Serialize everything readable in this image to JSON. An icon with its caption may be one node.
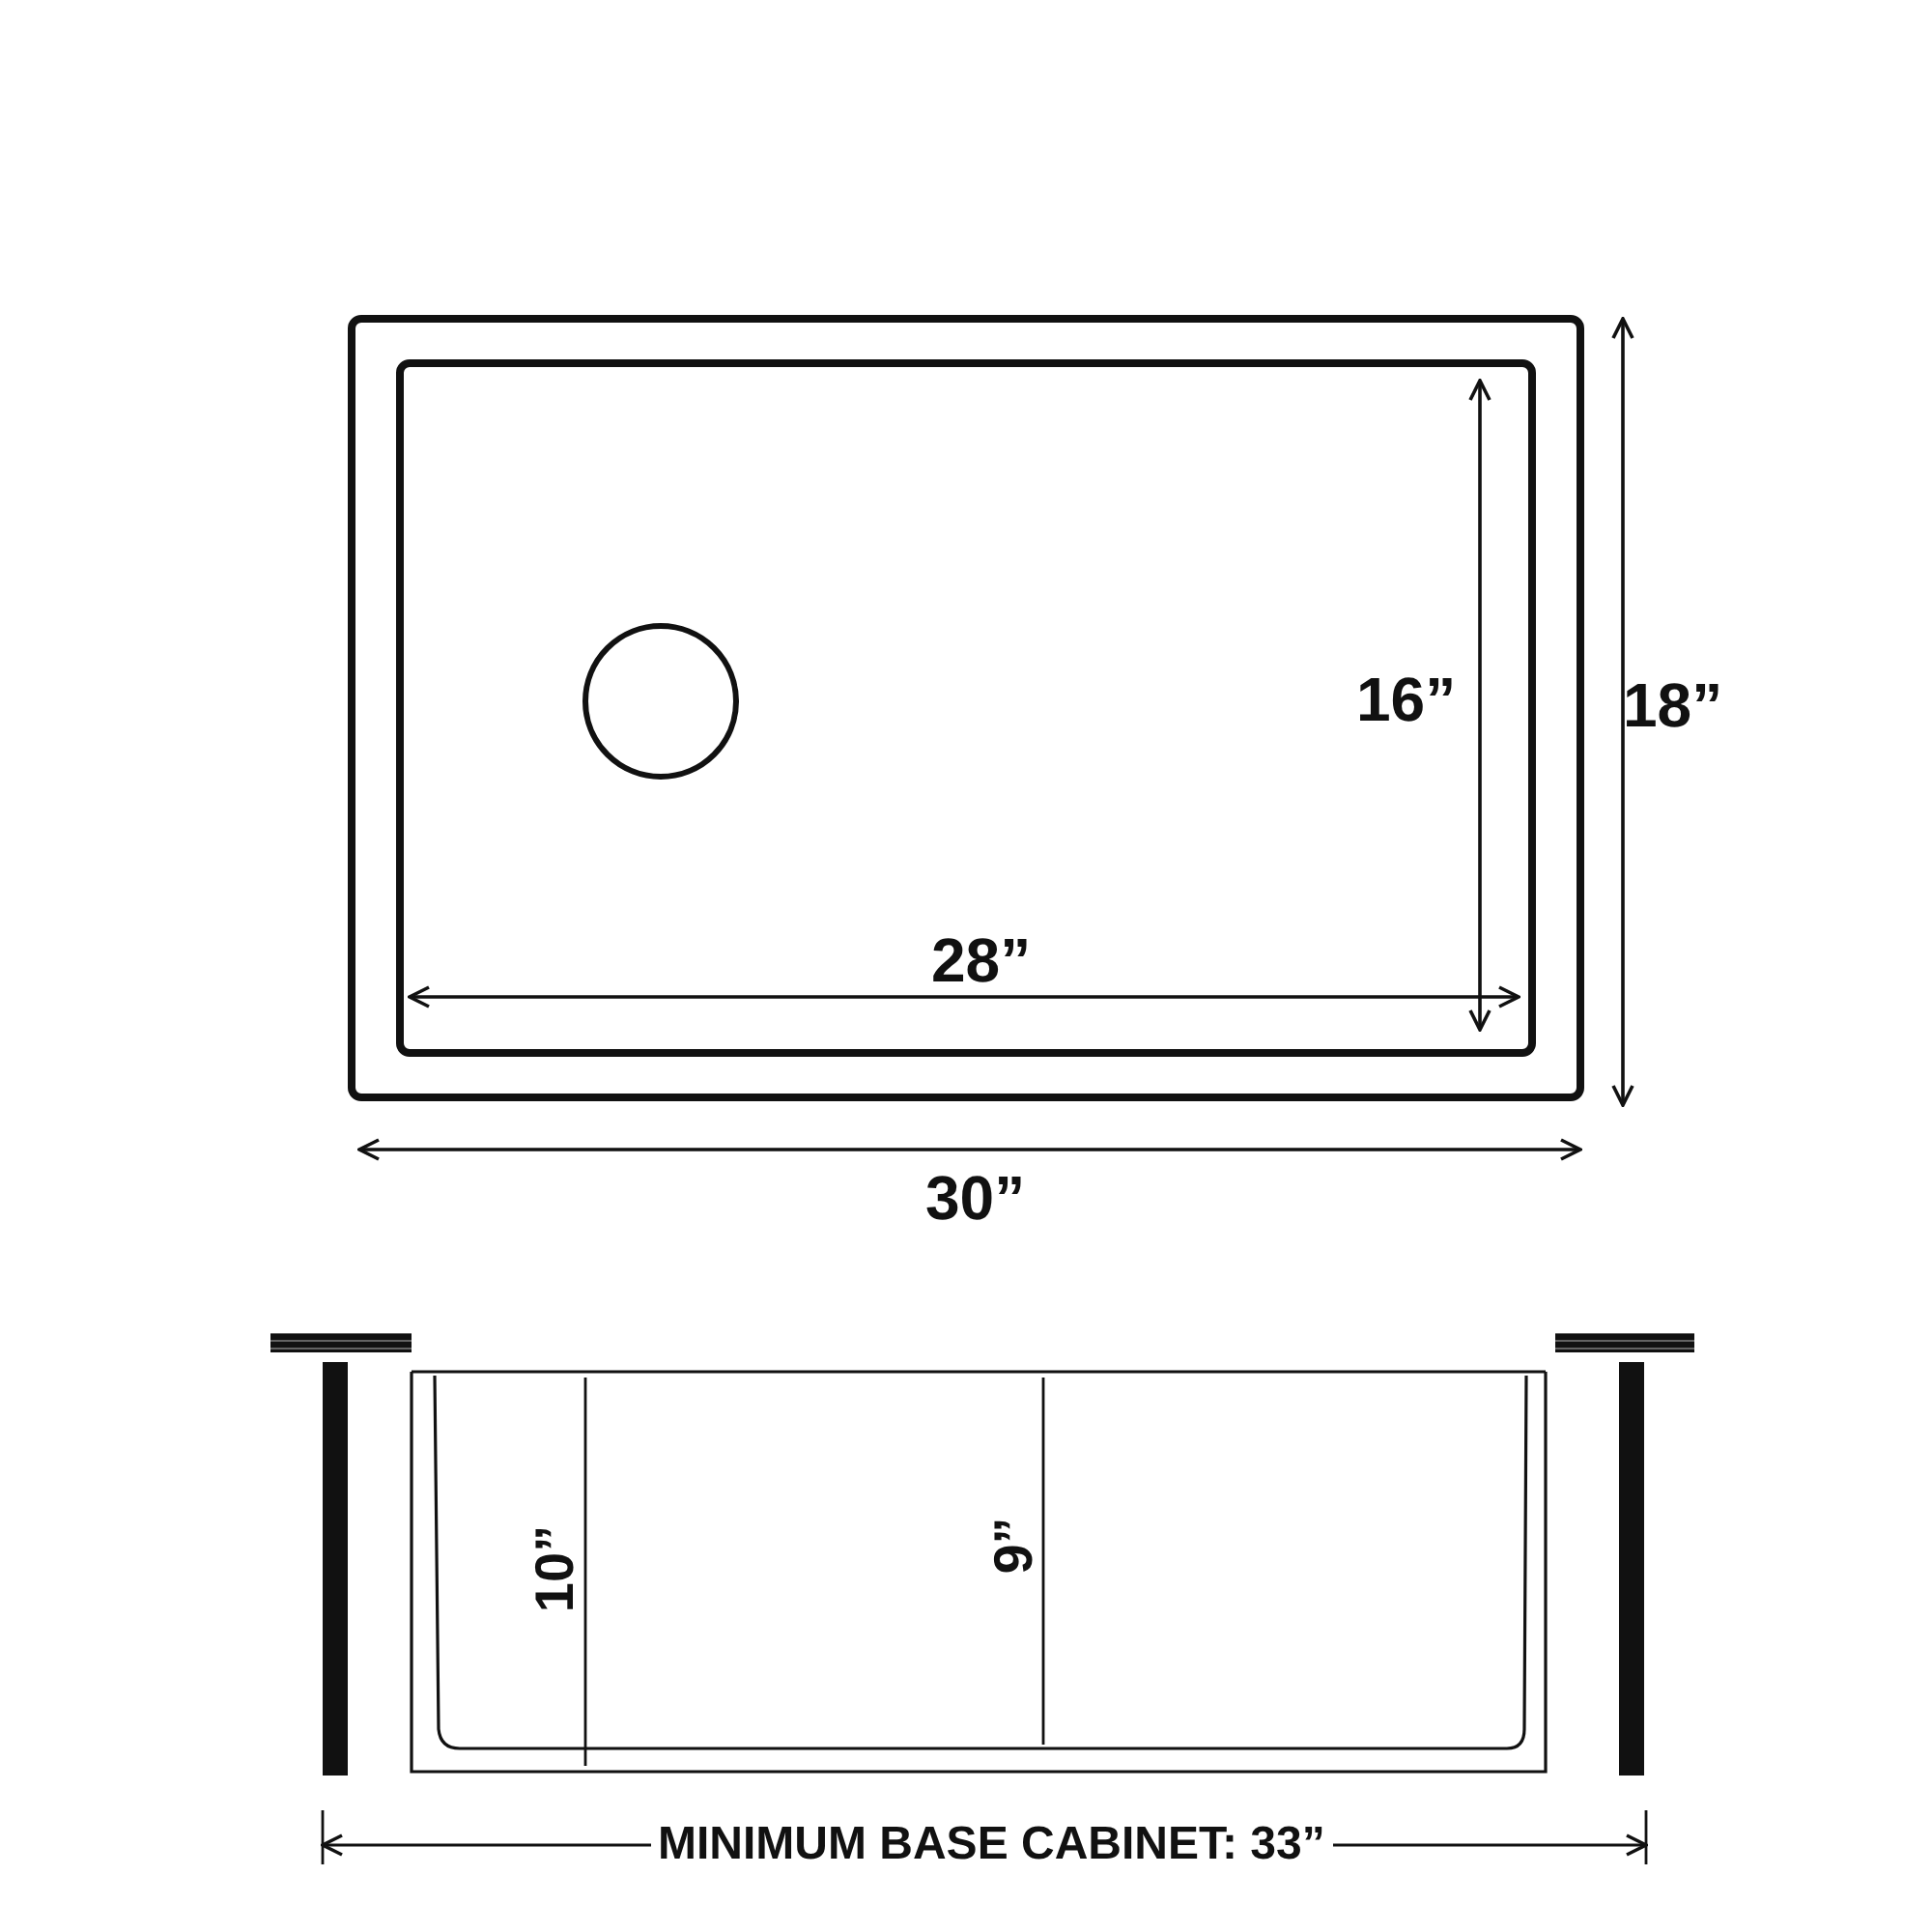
{
  "diagram": {
    "labels": [
      "16”",
      "18”",
      "28”",
      "30”",
      "10”",
      "9”",
      "MINIMUM BASE CABINET: 33”"
    ]
  }
}
